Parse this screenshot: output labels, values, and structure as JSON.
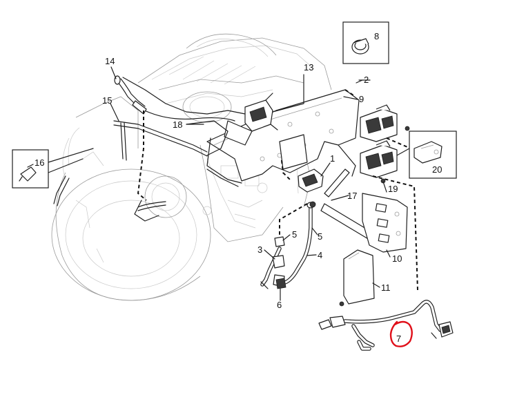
{
  "callouts": {
    "c1": "1",
    "c2": "2",
    "c3": "3",
    "c4": "4",
    "c5a": "5",
    "c5b": "5",
    "c6": "6",
    "c7": "7",
    "c8": "8",
    "c9": "9",
    "c10": "10",
    "c11": "11",
    "c13": "13",
    "c14": "14",
    "c15": "15",
    "c16": "16",
    "c17": "17",
    "c18": "18",
    "c19": "19",
    "c20": "20"
  },
  "highlight": {
    "part": "7",
    "color": "#e0101a"
  }
}
